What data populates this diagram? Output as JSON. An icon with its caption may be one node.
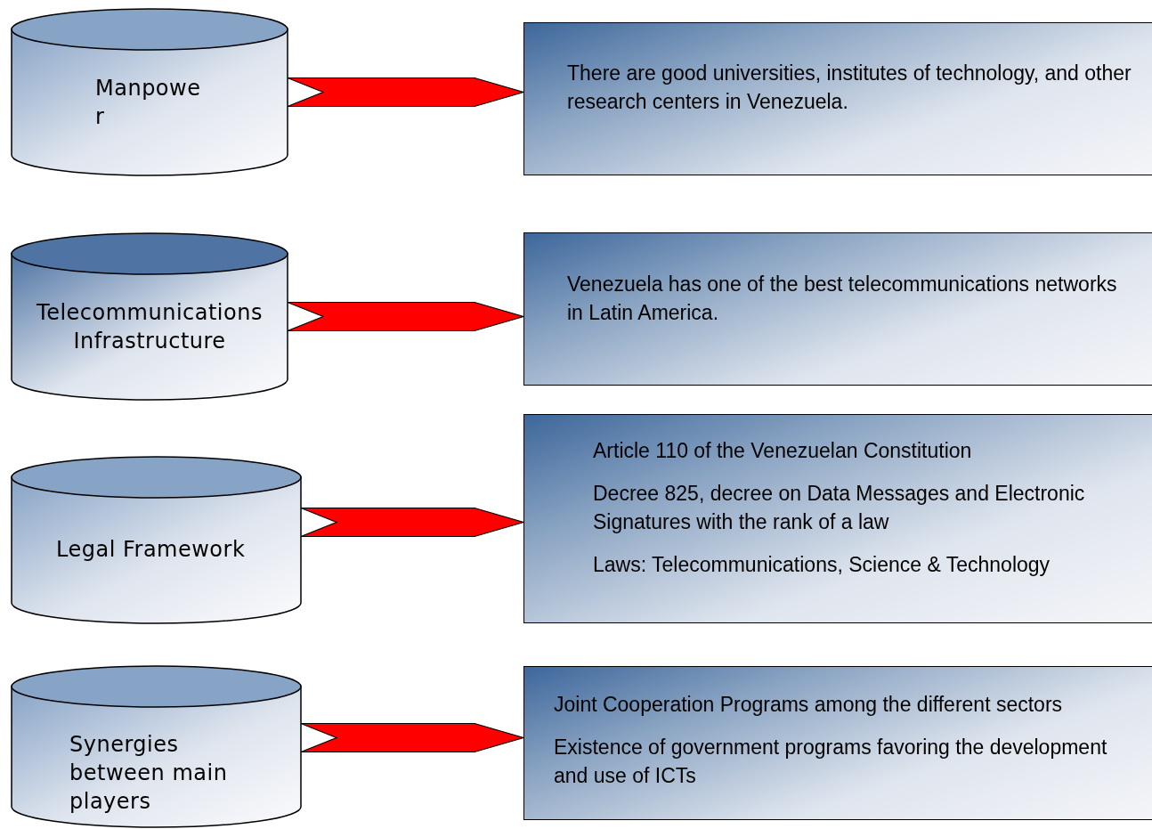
{
  "diagram": {
    "nodes": [
      {
        "text": [
          "Manpower"
        ]
      },
      {
        "text": [
          "Telecommunications Infrastructure"
        ]
      },
      {
        "text": [
          "Legal Framework"
        ]
      },
      {
        "text": [
          "Synergies between main players"
        ]
      },
      {
        "text": [
          "There are good universities, institutes of technology, and other research centers in Venezuela."
        ]
      },
      {
        "text": [
          "Venezuela has one of the best telecommunications networks in Latin America."
        ]
      },
      {
        "text": [
          "Article 110 of the Venezuelan Constitution",
          "Decree 825, decree on Data Messages and Electronic Signatures with the rank of a law",
          "Laws: Telecommunications, Science & Technology"
        ]
      },
      {
        "text": [
          "Joint Cooperation Programs among the different sectors",
          "Existence of government programs favoring the development and use of ICTs"
        ]
      }
    ],
    "edges": [
      {
        "from": 0,
        "to": 4,
        "arrow": "to"
      },
      {
        "from": 1,
        "to": 5,
        "arrow": "to"
      },
      {
        "from": 2,
        "to": 6,
        "arrow": "to"
      },
      {
        "from": 3,
        "to": 7,
        "arrow": "to"
      }
    ]
  }
}
